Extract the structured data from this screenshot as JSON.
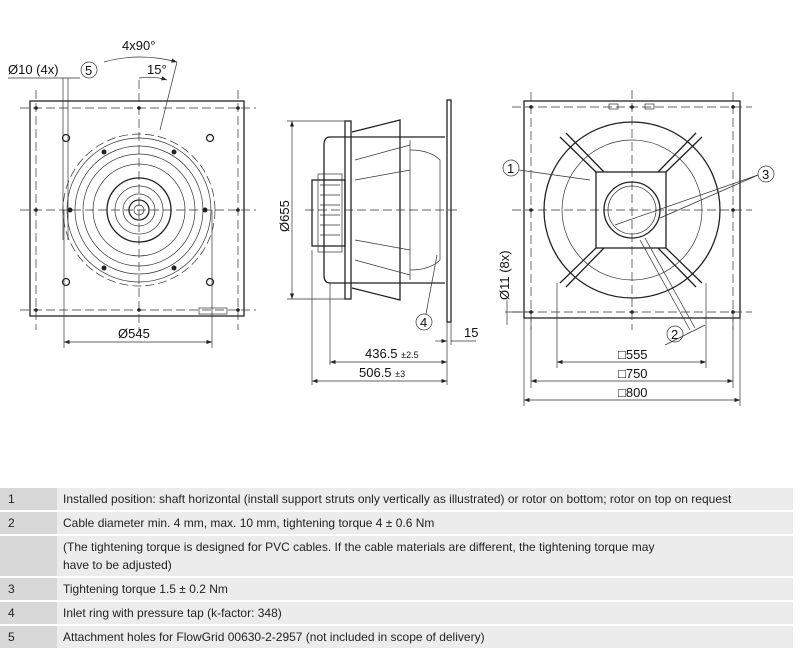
{
  "drawing": {
    "left_view": {
      "hole_label": "Ø10 (4x)",
      "callout_5": "5",
      "angle_total": "4x90°",
      "angle_offset": "15°",
      "diameter": "Ø545"
    },
    "side_view": {
      "diameter": "Ø655",
      "callout_4": "4",
      "flange_thickness": "15",
      "depth_inner": "436.5",
      "depth_inner_tol": "±2.5",
      "depth_total": "506.5",
      "depth_total_tol": "±3"
    },
    "front_view": {
      "callout_1": "1",
      "callout_2": "2",
      "callout_3": "3",
      "hole_label": "Ø11 (8x)",
      "dim_555": "□555",
      "dim_750": "□750",
      "dim_800": "□800"
    }
  },
  "notes": [
    {
      "num": "1",
      "text": "Installed position: shaft horizontal (install support struts only vertically as illustrated) or rotor on bottom; rotor on top on request"
    },
    {
      "num": "2",
      "text": "Cable diameter min. 4 mm, max. 10 mm, tightening torque 4 ± 0.6 Nm"
    },
    {
      "num": "",
      "text": "(The tightening torque is designed for PVC cables. If the cable materials are different, the tightening torque may have to be adjusted)"
    },
    {
      "num": "3",
      "text": "Tightening torque 1.5 ± 0.2 Nm"
    },
    {
      "num": "4",
      "text": "Inlet ring with pressure tap (k-factor: 348)"
    },
    {
      "num": "5",
      "text": "Attachment holes for FlowGrid 00630-2-2957 (not included in scope of delivery)"
    }
  ]
}
